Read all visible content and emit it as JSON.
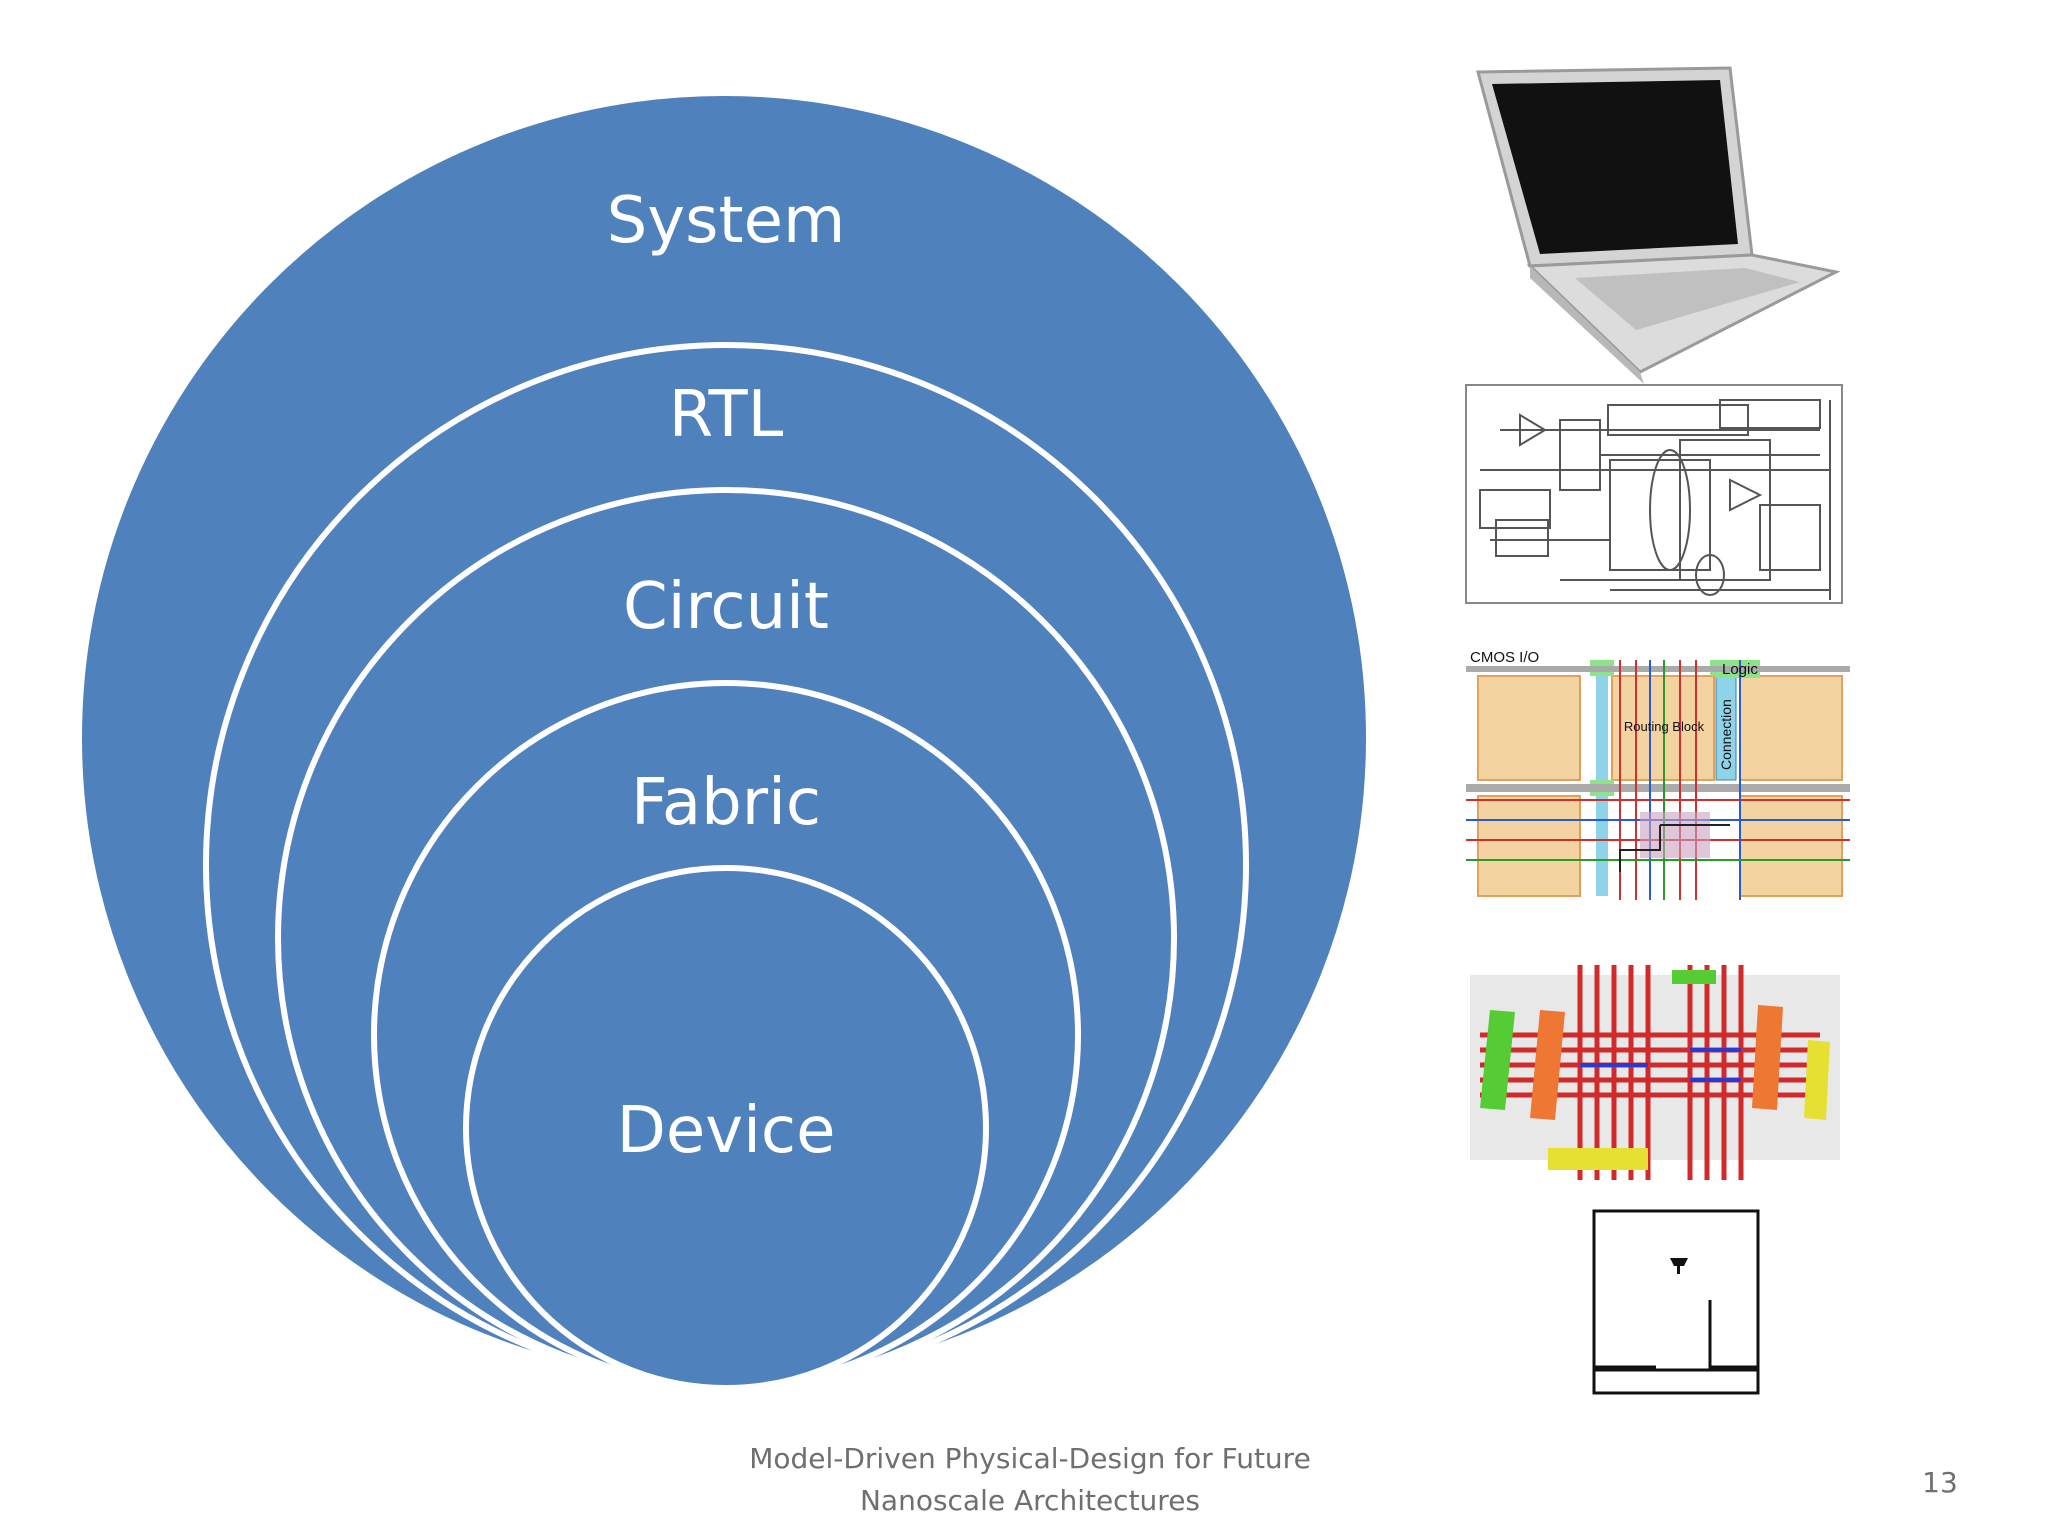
{
  "levels": [
    "System",
    "RTL",
    "Circuit",
    "Fabric",
    "Device"
  ],
  "colors": {
    "circle_fill": "#4f81bd",
    "circle_stroke": "#ffffff"
  },
  "images": {
    "laptop": "laptop-image",
    "rtl": "rtl-schematic-image",
    "fabric": {
      "cmos_io": "CMOS I/O",
      "logic": "Logic",
      "routing_block": "Routing Block",
      "connection": "Connection"
    },
    "device": "nanowire-device-image",
    "layout": "device-layout-image"
  },
  "footer": {
    "line1": "Model-Driven Physical-Design for Future",
    "line2": "Nanoscale Architectures"
  },
  "page_number": "13"
}
